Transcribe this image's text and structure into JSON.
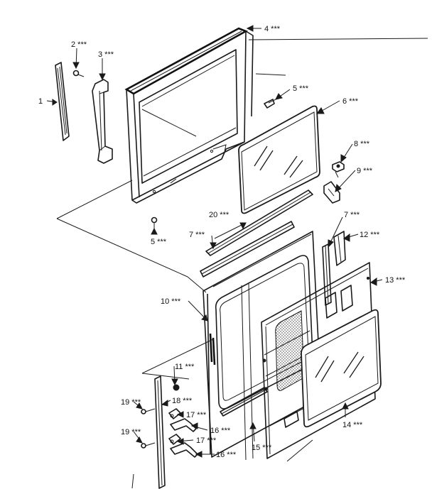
{
  "callouts": [
    {
      "id": "c1",
      "text": "1"
    },
    {
      "id": "c2",
      "text": "2 ***"
    },
    {
      "id": "c3",
      "text": "3 ***"
    },
    {
      "id": "c4",
      "text": "4 ***"
    },
    {
      "id": "c5a",
      "text": "5 ***"
    },
    {
      "id": "c5b",
      "text": "5 ***"
    },
    {
      "id": "c6",
      "text": "6 ***"
    },
    {
      "id": "c7a",
      "text": "7 ***"
    },
    {
      "id": "c7b",
      "text": "7 ***"
    },
    {
      "id": "c8",
      "text": "8 ***"
    },
    {
      "id": "c9",
      "text": "9 ***"
    },
    {
      "id": "c10",
      "text": "10 ***"
    },
    {
      "id": "c11",
      "text": "11 ***"
    },
    {
      "id": "c12",
      "text": "12 ***"
    },
    {
      "id": "c13",
      "text": "13 ***"
    },
    {
      "id": "c14",
      "text": "14 ***"
    },
    {
      "id": "c15",
      "text": "15 ***"
    },
    {
      "id": "c16a",
      "text": "16 ***"
    },
    {
      "id": "c16b",
      "text": "16 ***"
    },
    {
      "id": "c17a",
      "text": "17 ***"
    },
    {
      "id": "c17b",
      "text": "17 ***"
    },
    {
      "id": "c18",
      "text": "18 ***"
    },
    {
      "id": "c19a",
      "text": "19 ***"
    },
    {
      "id": "c19b",
      "text": "19 ***"
    },
    {
      "id": "c20",
      "text": "20 ***"
    }
  ]
}
